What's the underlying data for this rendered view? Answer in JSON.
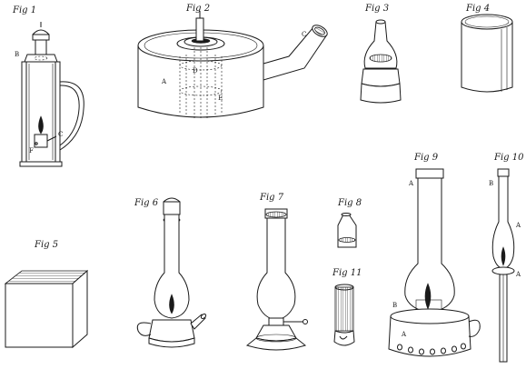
{
  "plate": {
    "figures": [
      {
        "caption": "Fig 1",
        "letters": [
          "B",
          "C",
          "F"
        ]
      },
      {
        "caption": "Fig 2",
        "letters": [
          "A",
          "C",
          "D",
          "E"
        ]
      },
      {
        "caption": "Fig 3",
        "letters": []
      },
      {
        "caption": "Fig 4",
        "letters": []
      },
      {
        "caption": "Fig 5",
        "letters": []
      },
      {
        "caption": "Fig 6",
        "letters": []
      },
      {
        "caption": "Fig 7",
        "letters": []
      },
      {
        "caption": "Fig 8",
        "letters": []
      },
      {
        "caption": "Fig 9",
        "letters": [
          "A",
          "B",
          "A"
        ]
      },
      {
        "caption": "Fig 10",
        "letters": [
          "B",
          "A",
          "A"
        ]
      },
      {
        "caption": "Fig 11",
        "letters": []
      }
    ]
  },
  "colors": {
    "ink": "#1a1a1a",
    "paper": "#ffffff"
  }
}
